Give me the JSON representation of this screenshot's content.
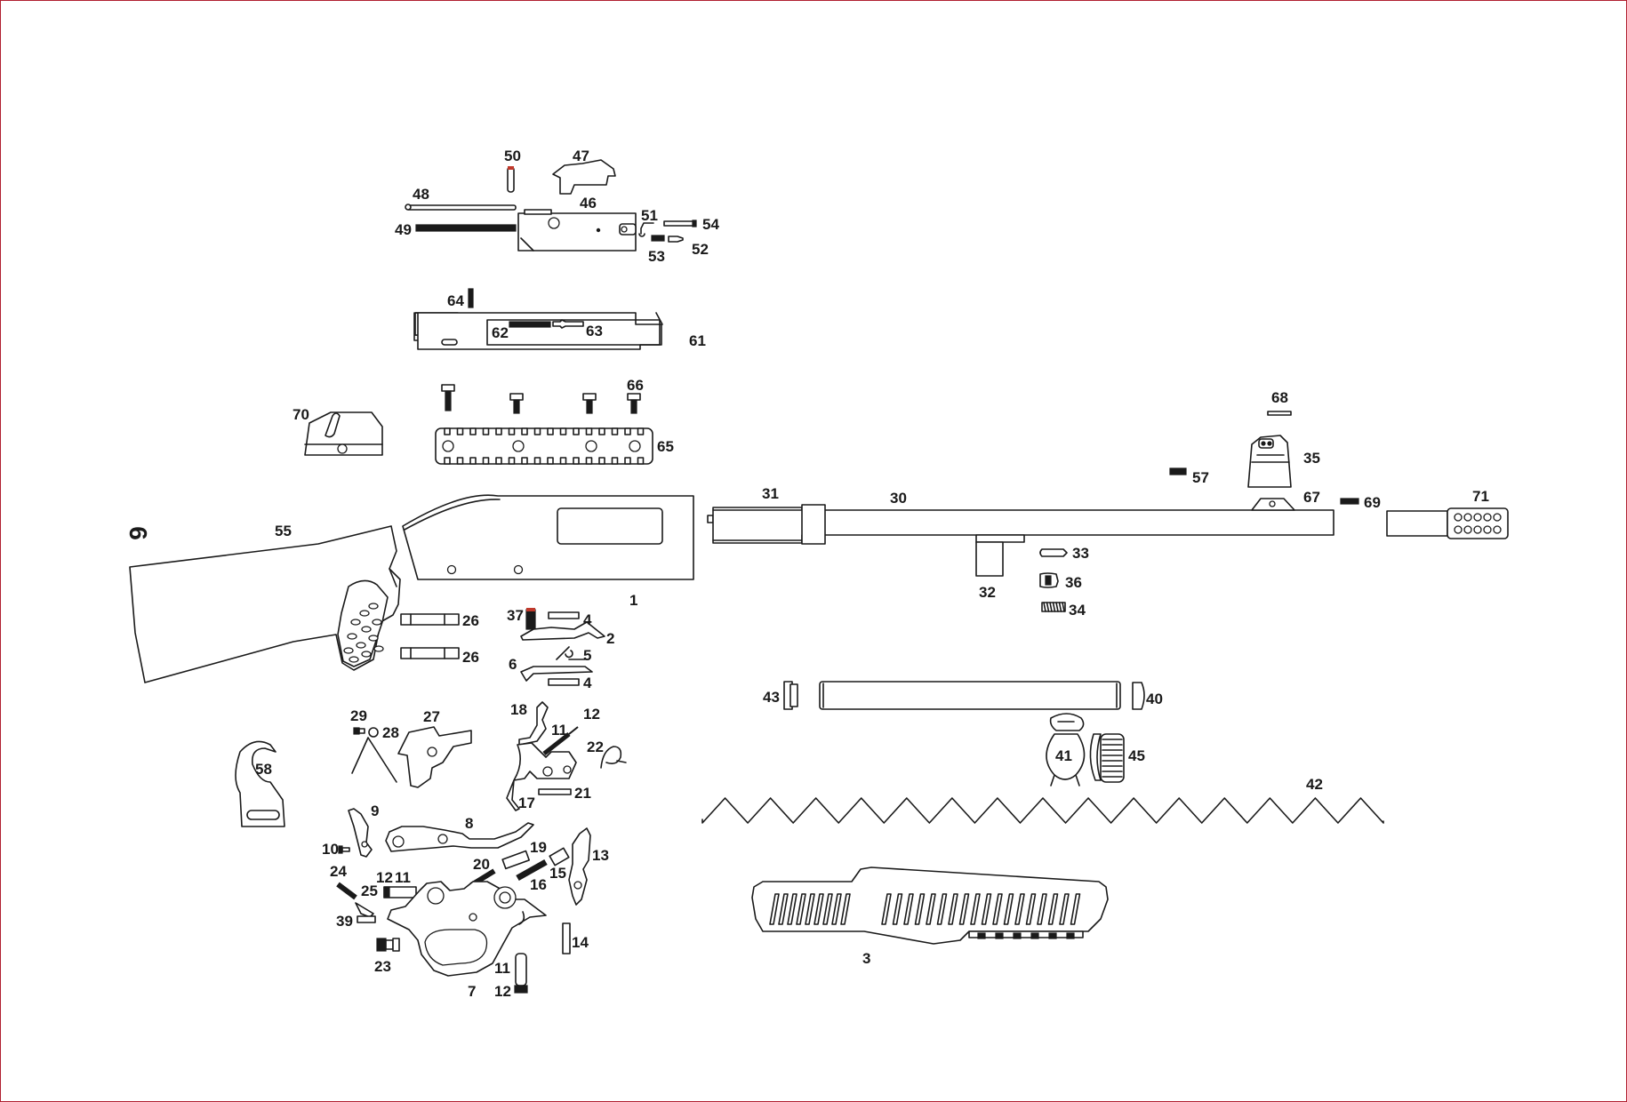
{
  "page_number": "6",
  "labels": {
    "p1": "1",
    "p2": "2",
    "p3": "3",
    "p4a": "4",
    "p4b": "4",
    "p5": "5",
    "p6": "6",
    "p7": "7",
    "p8": "8",
    "p9": "9",
    "p10": "10",
    "p11a": "11",
    "p11b": "11",
    "p11c": "11",
    "p12a": "12",
    "p12b": "12",
    "p12c": "12",
    "p13": "13",
    "p14": "14",
    "p15": "15",
    "p16": "16",
    "p17": "17",
    "p18": "18",
    "p19": "19",
    "p20": "20",
    "p21": "21",
    "p22": "22",
    "p23": "23",
    "p24": "24",
    "p25": "25",
    "p26a": "26",
    "p26b": "26",
    "p27": "27",
    "p28": "28",
    "p29": "29",
    "p30": "30",
    "p31": "31",
    "p32": "32",
    "p33": "33",
    "p34": "34",
    "p35": "35",
    "p36": "36",
    "p37": "37",
    "p39": "39",
    "p40": "40",
    "p41": "41",
    "p42": "42",
    "p43": "43",
    "p45": "45",
    "p46": "46",
    "p47": "47",
    "p48": "48",
    "p49": "49",
    "p50": "50",
    "p51": "51",
    "p52": "52",
    "p53": "53",
    "p54": "54",
    "p55": "55",
    "p57": "57",
    "p58": "58",
    "p61": "61",
    "p62": "62",
    "p63": "63",
    "p64": "64",
    "p65": "65",
    "p66": "66",
    "p67": "67",
    "p68": "68",
    "p69": "69",
    "p70": "70",
    "p71": "71"
  },
  "colors": {
    "frame": "#b02030",
    "ink": "#1a1a1a",
    "accent": "#c0392b"
  }
}
